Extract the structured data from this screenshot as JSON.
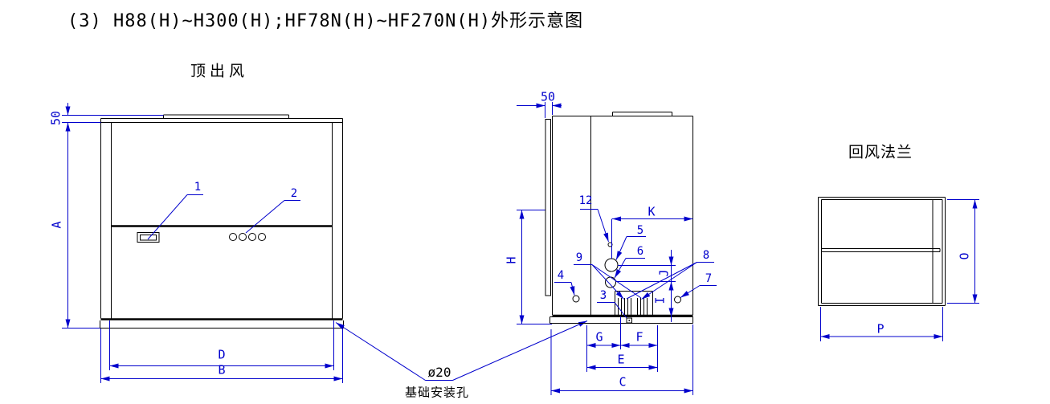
{
  "title": "(3) H88(H)~H300(H);HF78N(H)~HF270N(H)外形示意图",
  "front_view": {
    "caption": "顶出风",
    "dim_flange_height": "50",
    "dim_a": "A",
    "dim_d": "D",
    "dim_b": "B",
    "part_1": "1",
    "part_2": "2"
  },
  "side_view": {
    "dim_panel_width": "50",
    "dim_h": "H",
    "dim_k": "K",
    "dim_j": "J",
    "dim_i": "I",
    "dim_g": "G",
    "dim_f": "F",
    "dim_e": "E",
    "dim_c": "C",
    "part_3": "3",
    "part_4": "4",
    "part_5": "5",
    "part_6": "6",
    "part_7": "7",
    "part_8": "8",
    "part_9": "9",
    "part_12": "12"
  },
  "flange_view": {
    "caption": "回风法兰",
    "dim_o": "O",
    "dim_p": "P"
  },
  "foundation_note": {
    "diameter": "ø20",
    "label": "基础安装孔"
  },
  "colors": {
    "dimension": "#0000cc",
    "outline": "#000000",
    "background": "#ffffff"
  }
}
